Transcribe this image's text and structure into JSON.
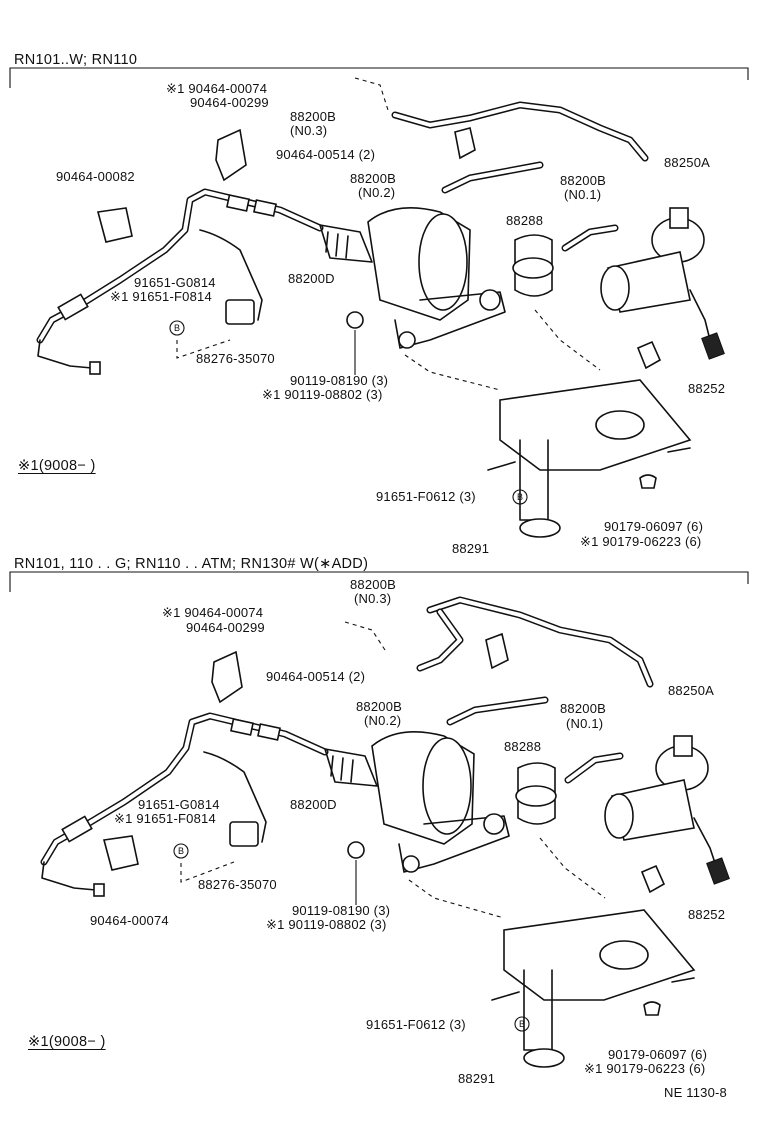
{
  "section1": {
    "header": "RN101..W;  RN110",
    "note": "※1(9008−       )",
    "labels": {
      "clip_alt": "※1 90464-00074",
      "clip": "90464-00299",
      "clip_82": "90464-00082",
      "hose_b3": "88200B",
      "hose_b3_no": "(N0.3)",
      "clamp_514": "90464-00514 (2)",
      "hose_b2": "88200B",
      "hose_b2_no": "(N0.2)",
      "hose_b1": "88200B",
      "hose_b1_no": "(N0.1)",
      "valve_a": "88250A",
      "sensor": "88288",
      "actuator": "88200D",
      "cable": "91651-G0814",
      "cable_alt": "※1 91651-F0814",
      "marker_b": "B",
      "bracket": "88276-35070",
      "bolt": "90119-08190 (3)",
      "bolt_alt": "※1 90119-08802 (3)",
      "grommet": "88252",
      "screw": "91651-F0612 (3)",
      "screw_marker": "B",
      "nut": "90179-06097 (6)",
      "nut_alt": "※1 90179-06223 (6)",
      "base_bracket": "88291"
    }
  },
  "section2": {
    "header": "RN101, 110 . . G; RN110 . . ATM;   RN130# W(∗ADD)",
    "note": "※1(9008−       )",
    "labels": {
      "clip_alt": "※1 90464-00074",
      "clip": "90464-00299",
      "hose_b3": "88200B",
      "hose_b3_no": "(N0.3)",
      "clamp_514": "90464-00514 (2)",
      "hose_b2": "88200B",
      "hose_b2_no": "(N0.2)",
      "hose_b1": "88200B",
      "hose_b1_no": "(N0.1)",
      "valve_a": "88250A",
      "sensor": "88288",
      "actuator": "88200D",
      "cable": "91651-G0814",
      "cable_alt": "※1 91651-F0814",
      "marker_b": "B",
      "bracket": "88276-35070",
      "clip_bottom": "90464-00074",
      "bolt": "90119-08190 (3)",
      "bolt_alt": "※1 90119-08802 (3)",
      "grommet": "88252",
      "screw": "91651-F0612 (3)",
      "screw_marker": "B",
      "nut": "90179-06097 (6)",
      "nut_alt": "※1 90179-06223 (6)",
      "base_bracket": "88291"
    }
  },
  "footer_code": "NE  1130-8"
}
